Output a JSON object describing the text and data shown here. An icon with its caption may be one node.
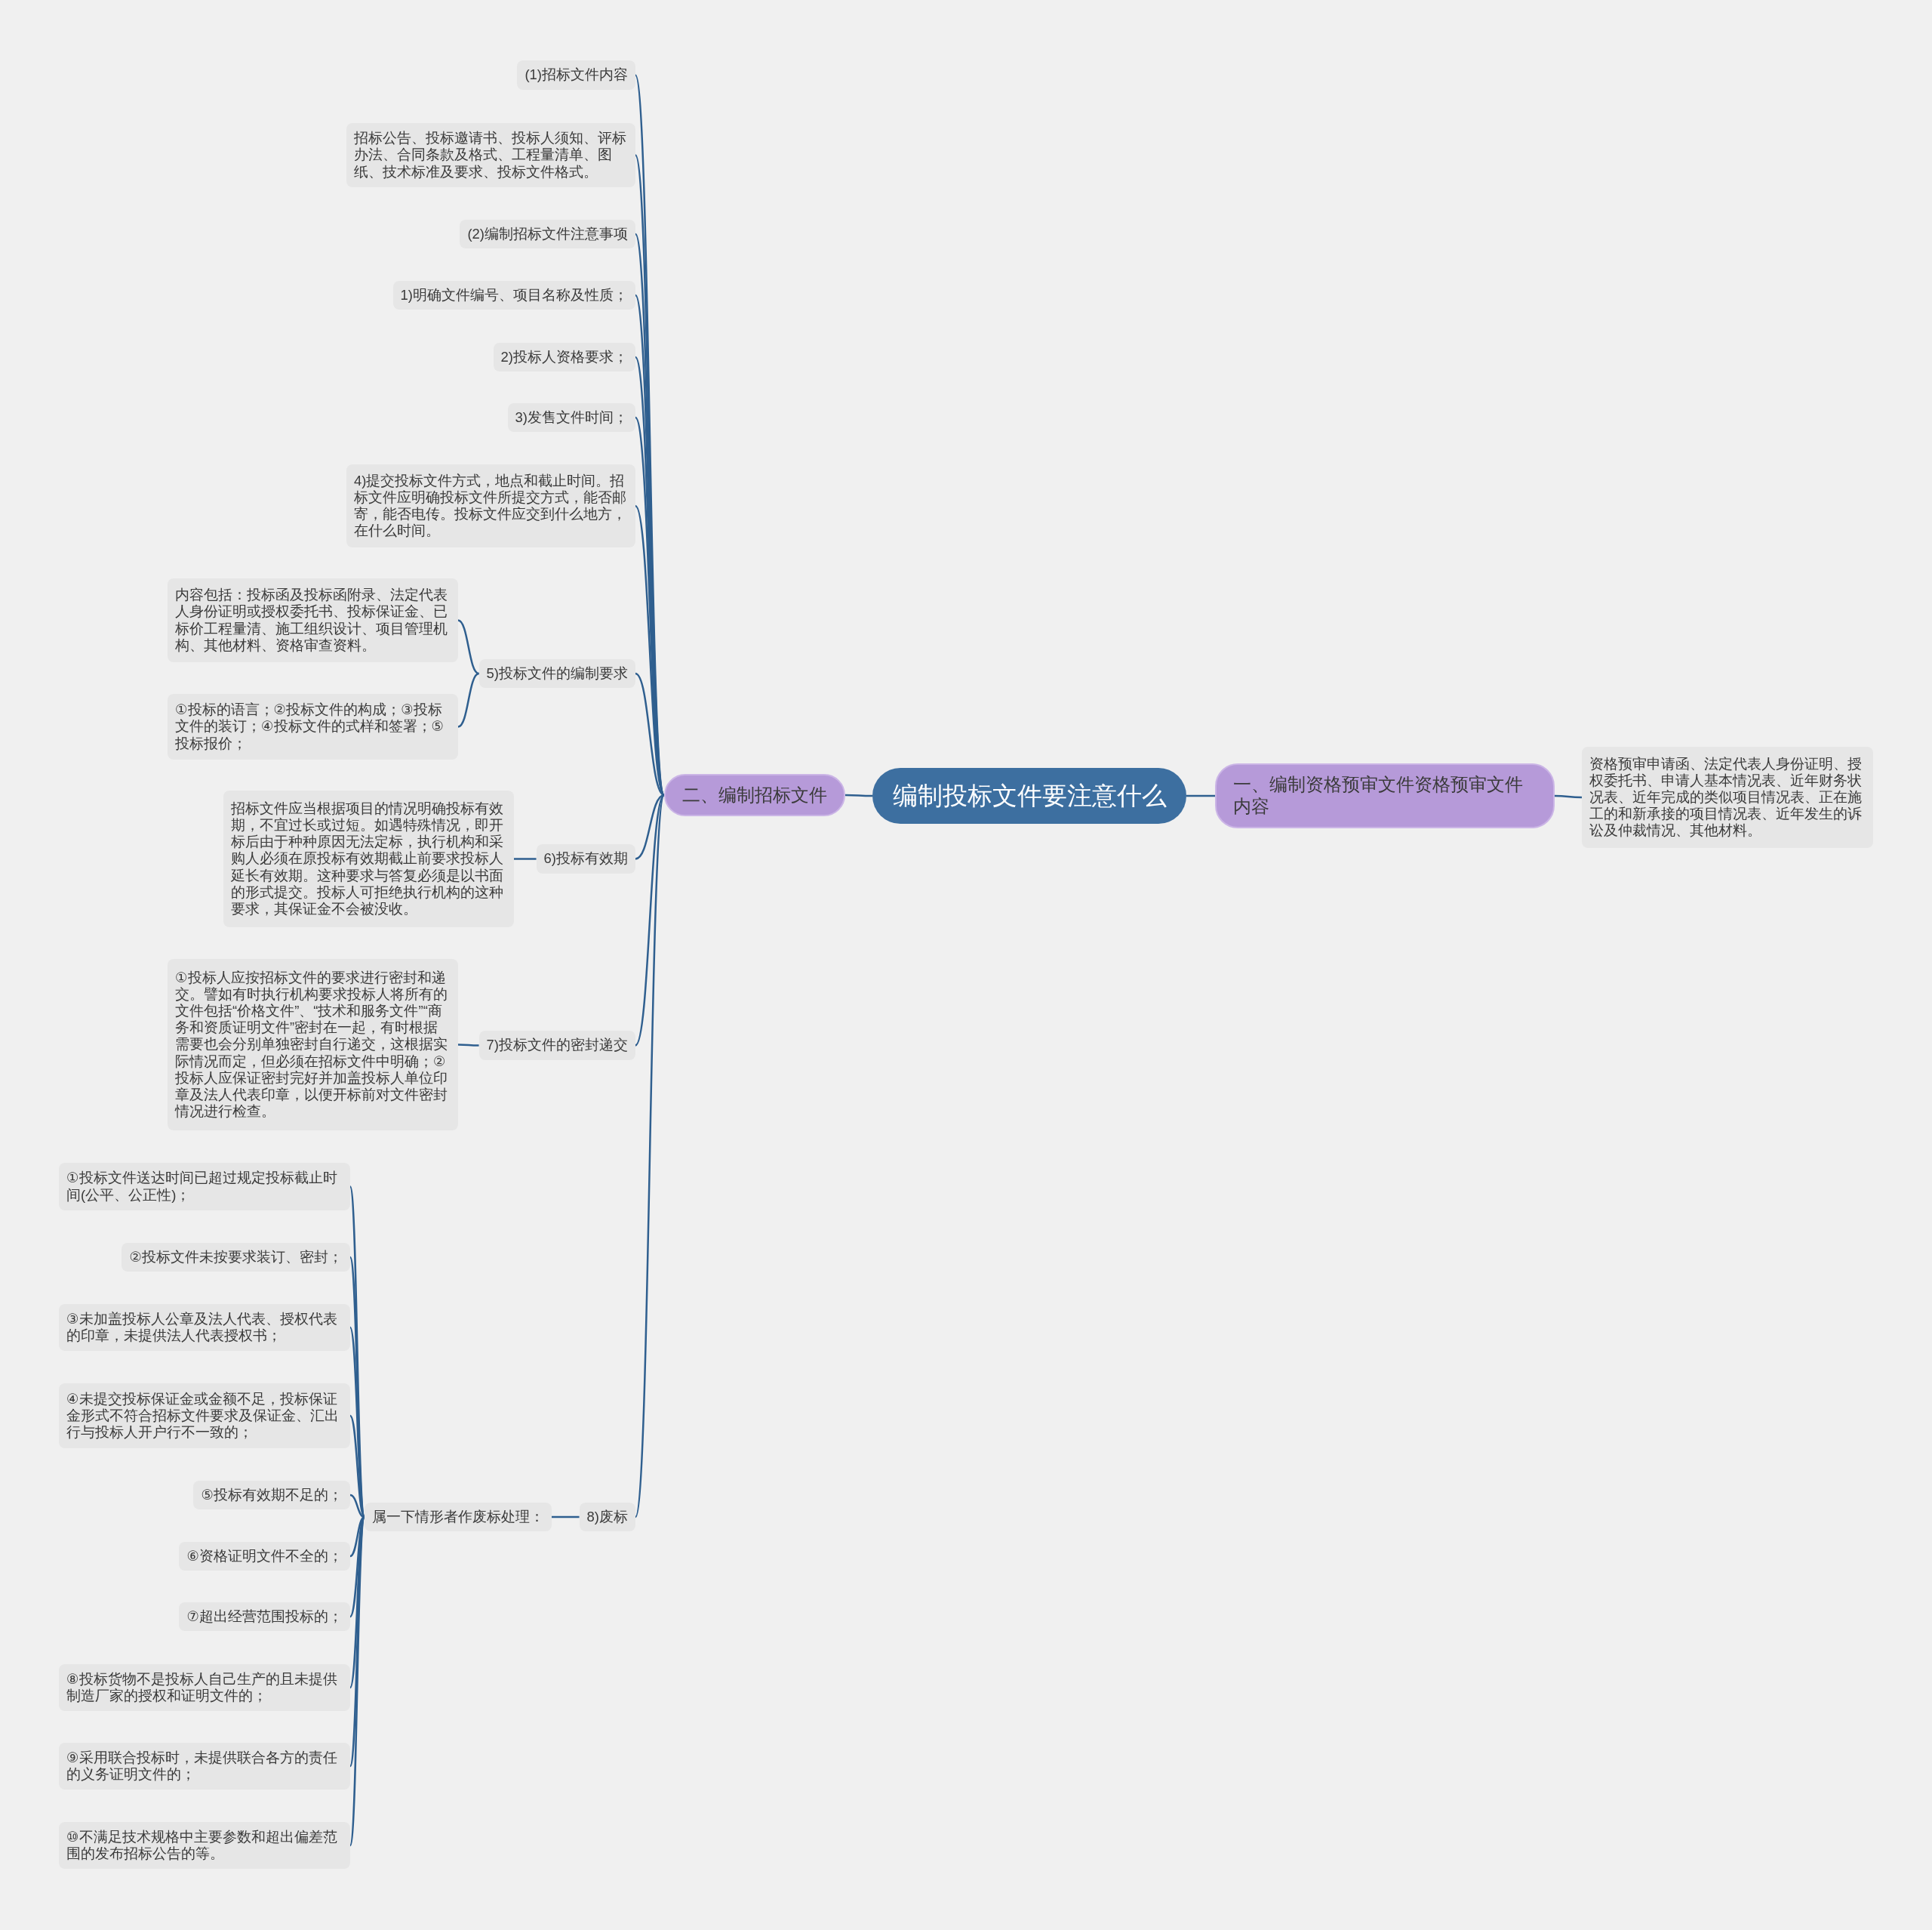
{
  "diagram": {
    "nodes": [
      {
        "text": [
          "编制投标文件要注意什么"
        ]
      },
      {
        "text": [
          "二、编制招标文件"
        ]
      },
      {
        "text": [
          "一、编制资格预审文件资格预审文件内容"
        ]
      },
      {
        "text": [
          "资格预审申请函、法定代表人身份证明、授权委托书、申请人基本情况表、近年财务状况表、近年完成的类似项目情况表、正在施工的和新承接的项目情况表、近年发生的诉讼及仲裁情况、其他材料。"
        ]
      },
      {
        "text": [
          "(1)招标文件内容"
        ]
      },
      {
        "text": [
          "招标公告、投标邀请书、投标人须知、评标办法、合同条款及格式、工程量清单、图纸、技术标准及要求、投标文件格式。"
        ]
      },
      {
        "text": [
          "(2)编制招标文件注意事项"
        ]
      },
      {
        "text": [
          "1)明确文件编号、项目名称及性质；"
        ]
      },
      {
        "text": [
          "2)投标人资格要求；"
        ]
      },
      {
        "text": [
          "3)发售文件时间；"
        ]
      },
      {
        "text": [
          "4)提交投标文件方式，地点和截止时间。招标文件应明确投标文件所提交方式，能否邮寄，能否电传。投标文件应交到什么地方，在什么时间。"
        ]
      },
      {
        "text": [
          "5)投标文件的编制要求"
        ]
      },
      {
        "text": [
          "内容包括：投标函及投标函附录、法定代表人身份证明或授权委托书、投标保证金、已标价工程量清、施工组织设计、项目管理机构、其他材料、资格审查资料。"
        ]
      },
      {
        "text": [
          "①投标的语言；②投标文件的构成；③投标文件的装订；④投标文件的式样和签署；⑤投标报价；"
        ]
      },
      {
        "text": [
          "6)投标有效期"
        ]
      },
      {
        "text": [
          "招标文件应当根据项目的情况明确投标有效期，不宜过长或过短。如遇特殊情况，即开标后由于种种原因无法定标，执行机构和采购人必须在原投标有效期截止前要求投标人延长有效期。这种要求与答复必须是以书面的形式提交。投标人可拒绝执行机构的这种要求，其保证金不会被没收。"
        ]
      },
      {
        "text": [
          "7)投标文件的密封递交"
        ]
      },
      {
        "text": [
          "①投标人应按招标文件的要求进行密封和递交。譬如有时执行机构要求投标人将所有的文件包括“价格文件”、“技术和服务文件”“商务和资质证明文件”密封在一起，有时根据需要也会分别单独密封自行递交，这根据实际情况而定，但必须在招标文件中明确；②投标人应保证密封完好并加盖投标人单位印章及法人代表印章，以便开标前对文件密封情况进行检查。"
        ]
      },
      {
        "text": [
          "8)废标"
        ]
      },
      {
        "text": [
          "属一下情形者作废标处理："
        ]
      },
      {
        "text": [
          "①投标文件送达时间已超过规定投标截止时间(公平、公正性)；"
        ]
      },
      {
        "text": [
          "②投标文件未按要求装订、密封；"
        ]
      },
      {
        "text": [
          "③未加盖投标人公章及法人代表、授权代表的印章，未提供法人代表授权书；"
        ]
      },
      {
        "text": [
          "④未提交投标保证金或金额不足，投标保证金形式不符合招标文件要求及保证金、汇出行与投标人开户行不一致的；"
        ]
      },
      {
        "text": [
          "⑤投标有效期不足的；"
        ]
      },
      {
        "text": [
          "⑥资格证明文件不全的；"
        ]
      },
      {
        "text": [
          "⑦超出经营范围投标的；"
        ]
      },
      {
        "text": [
          "⑧投标货物不是投标人自己生产的且未提供制造厂家的授权和证明文件的；"
        ]
      },
      {
        "text": [
          "⑨采用联合投标时，未提供联合各方的责任的义务证明文件的；"
        ]
      },
      {
        "text": [
          "⑩不满足技术规格中主要参数和超出偏差范围的发布招标公告的等。"
        ]
      }
    ],
    "edges": [
      {
        "from": 0,
        "to": 1,
        "arrow": "none"
      },
      {
        "from": 0,
        "to": 2,
        "arrow": "none"
      },
      {
        "from": 2,
        "to": 3,
        "arrow": "none"
      },
      {
        "from": 1,
        "to": 4,
        "arrow": "none"
      },
      {
        "from": 1,
        "to": 5,
        "arrow": "none"
      },
      {
        "from": 1,
        "to": 6,
        "arrow": "none"
      },
      {
        "from": 1,
        "to": 7,
        "arrow": "none"
      },
      {
        "from": 1,
        "to": 8,
        "arrow": "none"
      },
      {
        "from": 1,
        "to": 9,
        "arrow": "none"
      },
      {
        "from": 1,
        "to": 10,
        "arrow": "none"
      },
      {
        "from": 1,
        "to": 11,
        "arrow": "none"
      },
      {
        "from": 11,
        "to": 12,
        "arrow": "none"
      },
      {
        "from": 11,
        "to": 13,
        "arrow": "none"
      },
      {
        "from": 1,
        "to": 14,
        "arrow": "none"
      },
      {
        "from": 14,
        "to": 15,
        "arrow": "none"
      },
      {
        "from": 1,
        "to": 16,
        "arrow": "none"
      },
      {
        "from": 16,
        "to": 17,
        "arrow": "none"
      },
      {
        "from": 1,
        "to": 18,
        "arrow": "none"
      },
      {
        "from": 18,
        "to": 19,
        "arrow": "none"
      },
      {
        "from": 19,
        "to": 20,
        "arrow": "none"
      },
      {
        "from": 19,
        "to": 21,
        "arrow": "none"
      },
      {
        "from": 19,
        "to": 22,
        "arrow": "none"
      },
      {
        "from": 19,
        "to": 23,
        "arrow": "none"
      },
      {
        "from": 19,
        "to": 24,
        "arrow": "none"
      },
      {
        "from": 19,
        "to": 25,
        "arrow": "none"
      },
      {
        "from": 19,
        "to": 26,
        "arrow": "none"
      },
      {
        "from": 19,
        "to": 27,
        "arrow": "none"
      },
      {
        "from": 19,
        "to": 28,
        "arrow": "none"
      },
      {
        "from": 19,
        "to": 29,
        "arrow": "none"
      }
    ]
  }
}
